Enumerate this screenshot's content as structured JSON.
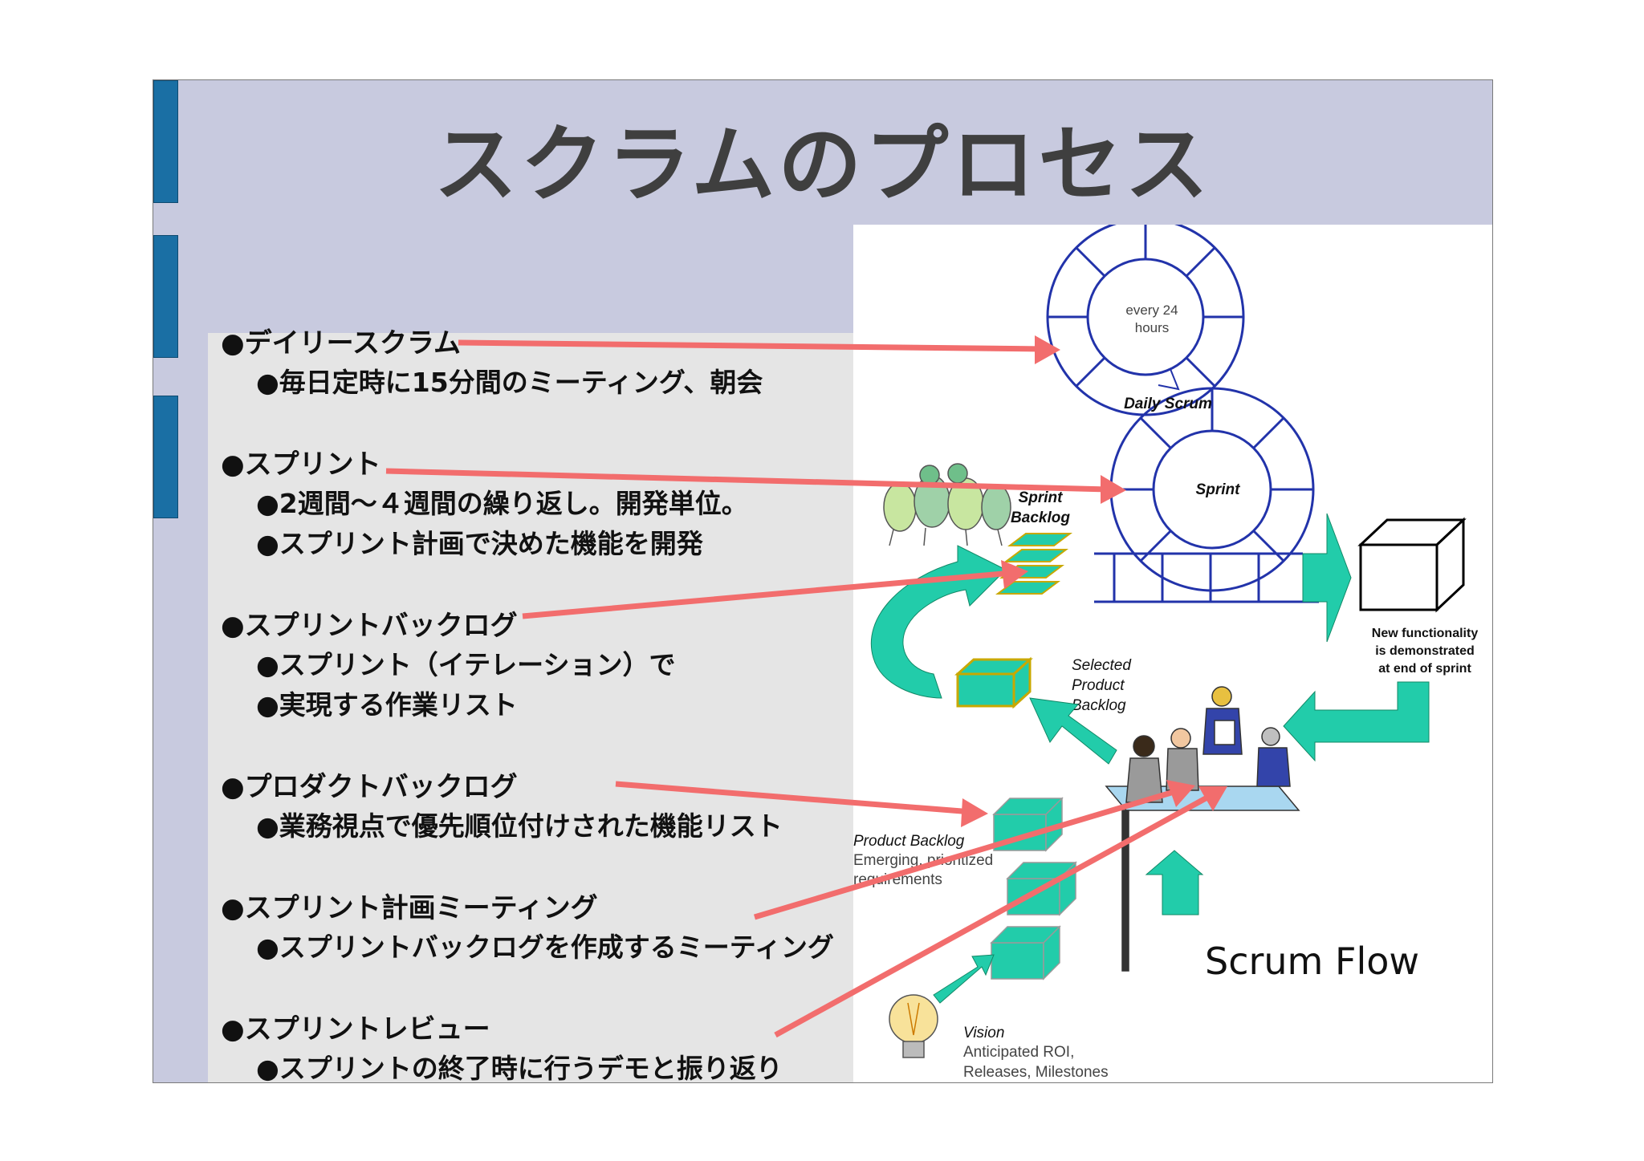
{
  "slide": {
    "title": "スクラムのプロセス"
  },
  "bullets": [
    {
      "text": "●デイリースクラム",
      "subs": [
        "●毎日定時に15分間のミーティング、朝会"
      ]
    },
    {
      "text": "●スプリント",
      "subs": [
        "●2週間〜４週間の繰り返し。開発単位。",
        "●スプリント計画で決めた機能を開発"
      ]
    },
    {
      "text": "●スプリントバックログ",
      "subs": [
        "●スプリント（イテレーション）で",
        "●実現する作業リスト"
      ]
    },
    {
      "text": "●プロダクトバックログ",
      "subs": [
        "●業務視点で優先順位付けされた機能リスト"
      ]
    },
    {
      "text": "●スプリント計画ミーティング",
      "subs": [
        "●スプリントバックログを作成するミーティング"
      ]
    },
    {
      "text": "●スプリントレビュー",
      "subs": [
        "●スプリントの終了時に行うデモと振り返り"
      ]
    }
  ],
  "diagram": {
    "every24": [
      "every 24",
      "hours"
    ],
    "daily_scrum": "Daily Scrum",
    "sprint": "Sprint",
    "sprint_backlog": [
      "Sprint",
      "Backlog"
    ],
    "selected_product_backlog": [
      "Selected",
      "Product",
      "Backlog"
    ],
    "product_backlog": "Product Backlog",
    "product_backlog_desc": [
      "Emerging, prioritized",
      "requirements"
    ],
    "new_functionality": [
      "New functionality",
      "is demonstrated",
      "at end of sprint"
    ],
    "vision": "Vision",
    "vision_desc": [
      "Anticipated ROI,",
      "Releases, Milestones"
    ],
    "scrum_flow": "Scrum Flow"
  },
  "colors": {
    "banner": "#c8cadf",
    "tab": "#1a6fa4",
    "content_panel": "#e5e5e5",
    "arrow": "#f26d6d",
    "cycle": "#2233aa",
    "teal": "#22ccaa"
  }
}
